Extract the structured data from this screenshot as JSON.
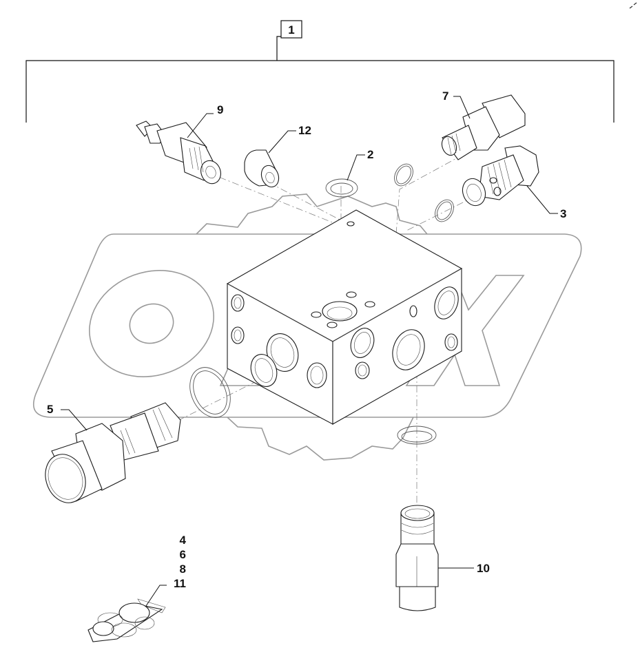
{
  "diagram": {
    "type": "exploded-parts-view",
    "subject": "hydraulic valve block assembly",
    "watermark_text": "OPEX",
    "assembly_label": "1",
    "callouts": [
      {
        "id": "c9",
        "number": "9",
        "part": "quick coupler fitting"
      },
      {
        "id": "c12",
        "number": "12",
        "part": "plug / cap"
      },
      {
        "id": "c2",
        "number": "2",
        "part": "o-ring seal"
      },
      {
        "id": "c7",
        "number": "7",
        "part": "adapter fitting"
      },
      {
        "id": "c3",
        "number": "3",
        "part": "banjo bolt"
      },
      {
        "id": "c5",
        "number": "5",
        "part": "connector fitting"
      },
      {
        "id": "c10",
        "number": "10",
        "part": "connector fitting"
      }
    ],
    "seal_kit_labels": [
      "4",
      "6",
      "8",
      "11"
    ],
    "seal_kit_part": "seal kit (bag of o-rings)"
  }
}
